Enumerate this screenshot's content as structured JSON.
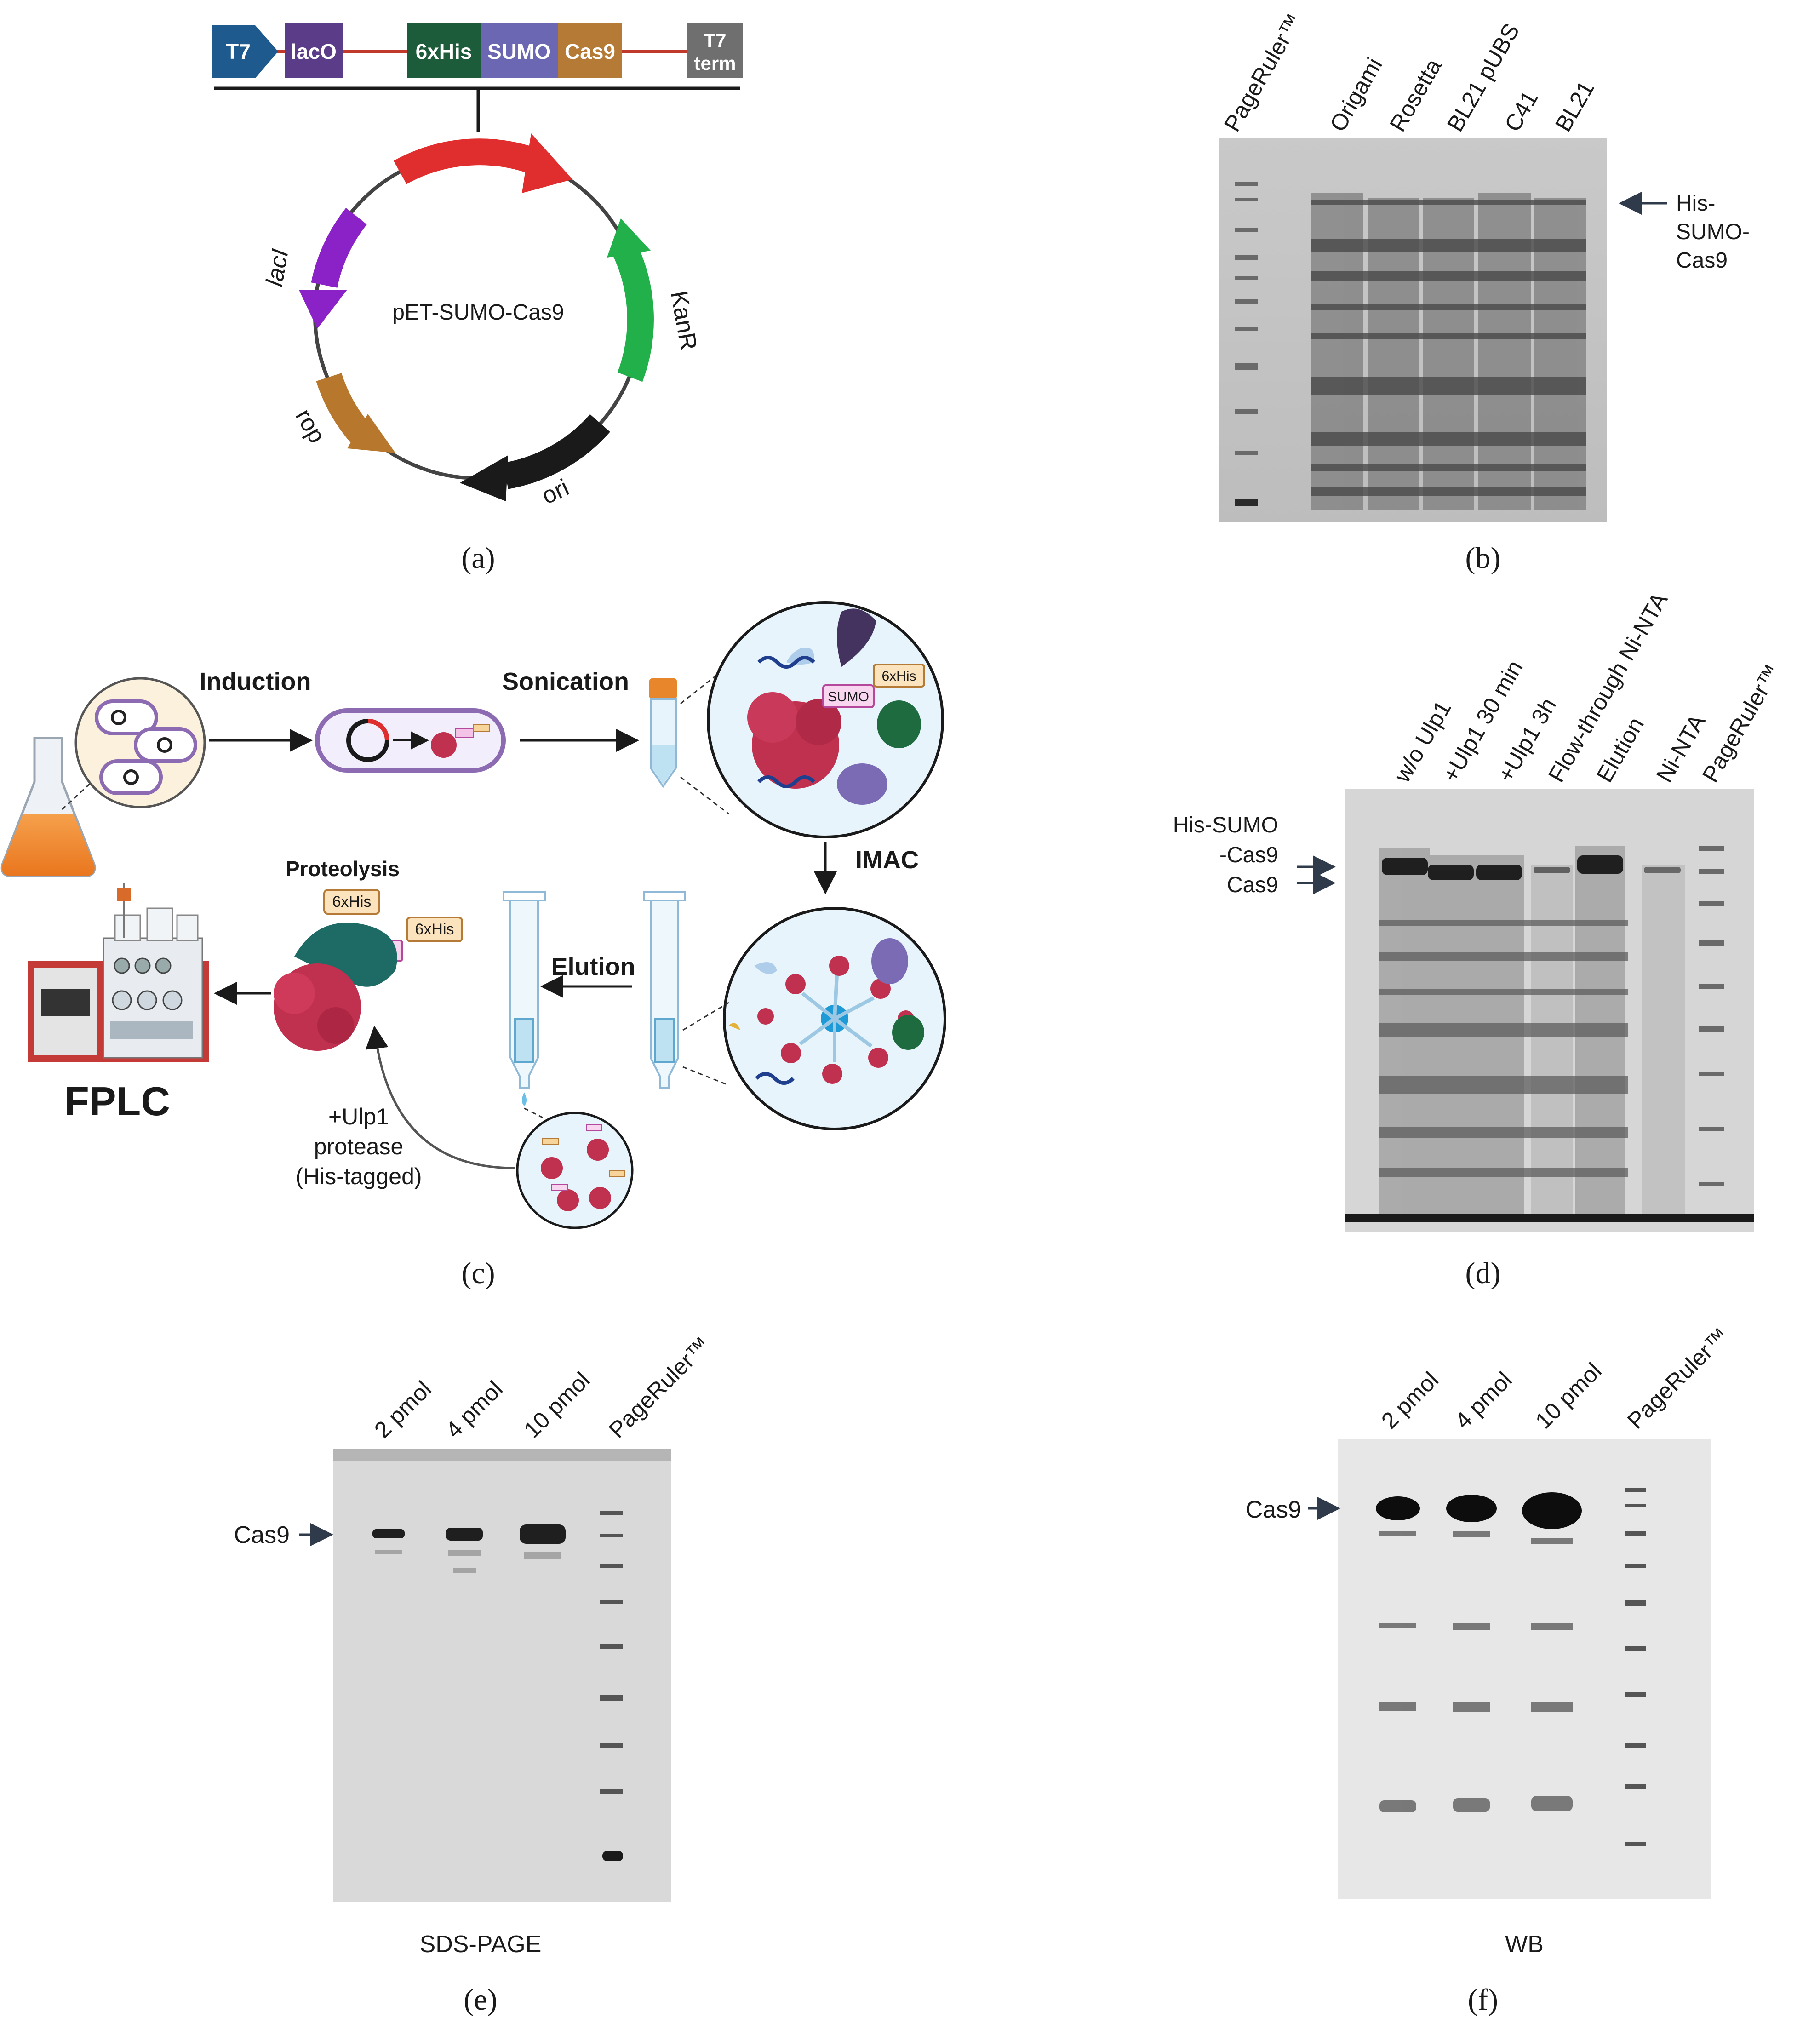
{
  "panel_a": {
    "caption": "(a)",
    "cassette": [
      "T7",
      "lacO",
      "6xHis",
      "SUMO",
      "Cas9",
      "T7 term"
    ],
    "plasmid_name": "pET-SUMO-Cas9",
    "features": [
      "lacI",
      "KanR",
      "rop",
      "ori"
    ],
    "colors": {
      "t7": "#1f5a8e",
      "laco": "#5b3c88",
      "his": "#1d5c3a",
      "sumo": "#6b67b3",
      "cas9": "#b57a35",
      "term": "#6f6f6f",
      "red": "#e02e2e",
      "green": "#22b04a",
      "purple": "#8b22c8",
      "brown": "#b7772d",
      "black": "#1a1a1a"
    }
  },
  "panel_b": {
    "caption": "(b)",
    "lanes": [
      "PageRuler™",
      "Origami",
      "Rosetta",
      "BL21 pUBS",
      "C41",
      "BL21"
    ],
    "band_label": [
      "His-",
      "SUMO-",
      "Cas9"
    ]
  },
  "panel_c": {
    "caption": "(c)",
    "steps": {
      "induction": "Induction",
      "sonication": "Sonication",
      "imac": "IMAC",
      "elution": "Elution",
      "proteolysis": "Proteolysis",
      "fplc": "FPLC"
    },
    "tags": {
      "his": "6xHis",
      "sumo": "SUMO"
    },
    "protease_note": [
      "+Ulp1",
      "protease",
      "(His-tagged)"
    ]
  },
  "panel_d": {
    "caption": "(d)",
    "lanes": [
      "w/o Ulp1",
      "+Ulp1 30 min",
      "+Ulp1 3h",
      "Flow-through Ni-NTA",
      "Elution",
      "Ni-NTA",
      "PageRuler™"
    ],
    "band_labels": [
      "His-SUMO",
      "-Cas9",
      "Cas9"
    ]
  },
  "panel_e": {
    "caption": "(e)",
    "lanes": [
      "2 pmol",
      "4 pmol",
      "10 pmol",
      "PageRuler™"
    ],
    "band_label": "Cas9",
    "method": "SDS-PAGE"
  },
  "panel_f": {
    "caption": "(f)",
    "lanes": [
      "2 pmol",
      "4 pmol",
      "10 pmol",
      "PageRuler™"
    ],
    "band_label": "Cas9",
    "method": "WB"
  }
}
